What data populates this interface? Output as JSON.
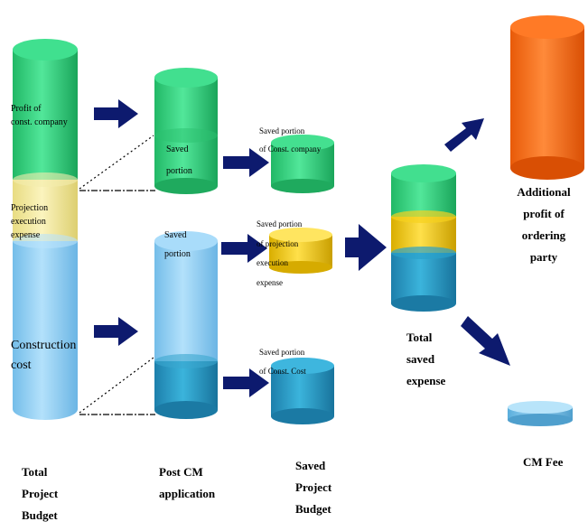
{
  "columns": {
    "total_project_budget": {
      "segments": [
        "Profit of const. company",
        "Projection execution expense",
        "Construction cost"
      ],
      "caption": "Total\nProject\nBudget"
    },
    "post_cm_application": {
      "upper_label": "Saved\nportion",
      "lower_label": "Saved\nportion",
      "caption": "Post CM\napplication"
    },
    "saved_project_budget": {
      "items": [
        "Saved portion\nof Const. company",
        "Saved portion\nof projection\nexecution\nexpense",
        "Saved portion\nof Const. Cost"
      ],
      "caption": "Saved\nProject\nBudget"
    },
    "total_saved_expense": {
      "caption": "Total\nsaved\nexpense"
    },
    "additional_profit": {
      "caption": "Additional\nprofit of\nordering\nparty"
    },
    "cm_fee": {
      "caption": "CM Fee"
    }
  },
  "labels_display": {
    "profit": "Profit of\nconst. company",
    "projection": "Projection\nexecution\nexpense",
    "construction": "Construction\n  cost"
  },
  "colors": {
    "green": "#2fd27a",
    "green_dark": "#1aa55a",
    "yellow": "#f0e79a",
    "light_blue": "#8fcdf7",
    "teal": "#2a98c4",
    "gold": "#f0c400",
    "orange": "#f26a12",
    "arrow": "#0d1a6e"
  }
}
